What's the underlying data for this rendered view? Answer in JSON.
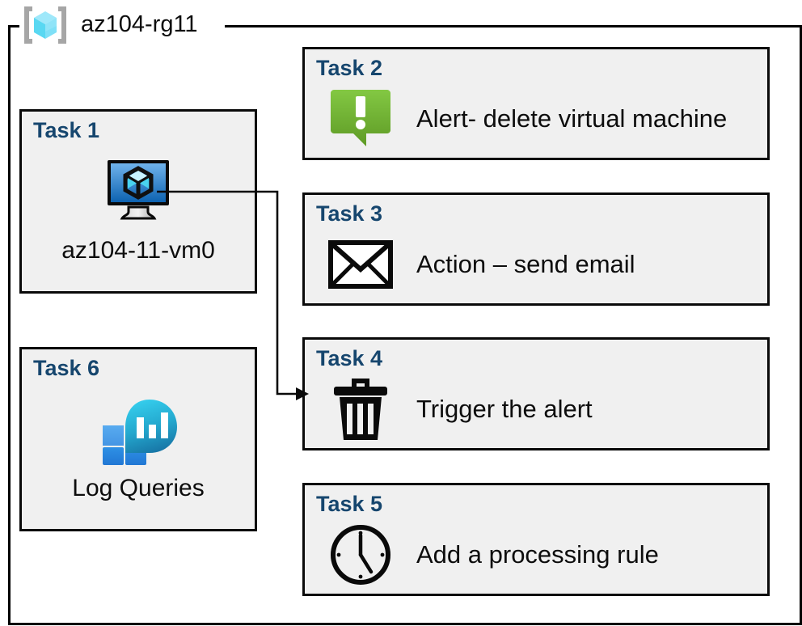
{
  "diagram": {
    "type": "azure-resource-group-task-diagram",
    "resource_group": {
      "label": "az104-rg11",
      "icon": "azure-resource-group-icon"
    },
    "colors": {
      "task_title": "#16466E",
      "card_background": "#F0F0F0",
      "card_border": "#0A0A0A",
      "alert_green_light": "#7EC13D",
      "alert_green_dark": "#5F9A26",
      "vm_blue_light": "#5FA8E8",
      "vm_blue_dark": "#0F63B0",
      "log_square_light": "#4FA3EE",
      "log_square_dark": "#2083DF",
      "log_circle_top": "#32C8E8",
      "log_circle_bottom": "#1A7FAE",
      "rg_cube_light": "#9FE8FA",
      "rg_cube_mid": "#59D8F2",
      "rg_bracket": "#A6A6A6",
      "connector": "#000000"
    },
    "cards": [
      {
        "id": "task1",
        "title": "Task 1",
        "label": "az104-11-vm0",
        "icon": "virtual-machine-icon",
        "shape": "square"
      },
      {
        "id": "task2",
        "title": "Task 2",
        "label": "Alert- delete virtual machine",
        "icon": "alert-speech-bubble-icon",
        "shape": "wide"
      },
      {
        "id": "task3",
        "title": "Task 3",
        "label": "Action – send email",
        "icon": "envelope-icon",
        "shape": "wide"
      },
      {
        "id": "task4",
        "title": "Task 4",
        "label": "Trigger the alert",
        "icon": "trash-can-icon",
        "shape": "wide"
      },
      {
        "id": "task5",
        "title": "Task 5",
        "label": "Add a processing rule",
        "icon": "clock-icon",
        "shape": "wide"
      },
      {
        "id": "task6",
        "title": "Task 6",
        "label": "Log Queries",
        "icon": "log-analytics-icon",
        "shape": "square"
      }
    ],
    "connectors": [
      {
        "from": "task1-virtual-machine-icon",
        "to": "task4",
        "style": "orthogonal-arrow"
      }
    ]
  }
}
